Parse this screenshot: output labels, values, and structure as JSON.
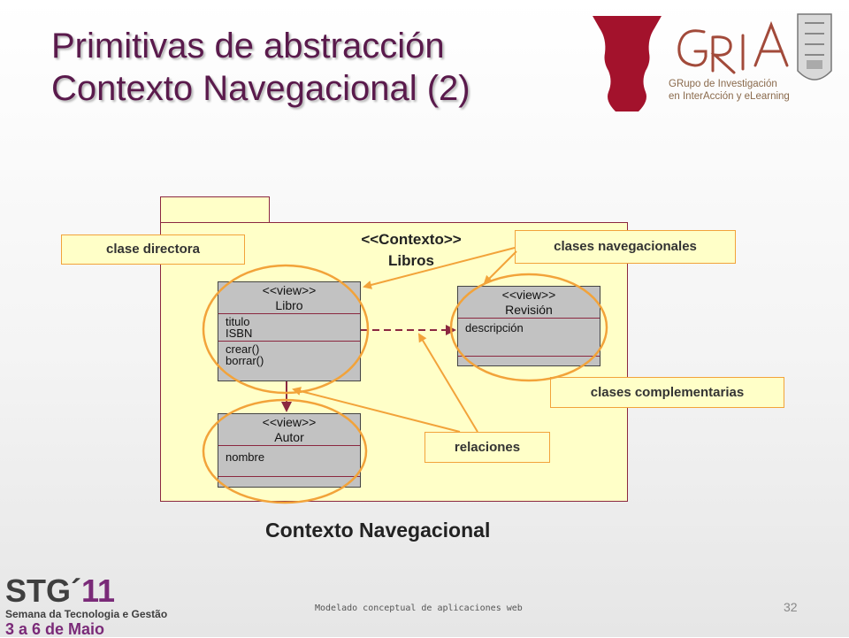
{
  "title": {
    "line1": "Primitivas de abstracción",
    "line2": "Contexto Navegacional (2)"
  },
  "logo": {
    "mark": "GRIAL",
    "subtitle_line1": "GRupo de Investigación",
    "subtitle_line2": "en InterAcción y eLearning"
  },
  "package": {
    "stereotype": "<<Contexto>>",
    "name": "Libros"
  },
  "classes": {
    "libro": {
      "stereotype": "<<view>>",
      "name": "Libro",
      "attributes": [
        "titulo",
        "ISBN"
      ],
      "operations": [
        "crear()",
        "borrar()"
      ]
    },
    "revision": {
      "stereotype": "<<view>>",
      "name": "Revisión",
      "attributes": [
        "descripción"
      ]
    },
    "autor": {
      "stereotype": "<<view>>",
      "name": "Autor",
      "attributes": [
        "nombre"
      ]
    }
  },
  "callouts": {
    "directora": "clase directora",
    "navegacionales": "clases navegacionales",
    "complementarias": "clases complementarias",
    "relaciones": "relaciones"
  },
  "caption": "Contexto Navegacional",
  "event_logo": {
    "main": "STG´",
    "number": "11",
    "subtitle": "Semana da Tecnologia e Gestão",
    "dates": "3 a 6 de Maio"
  },
  "footer": {
    "text": "Modelado conceptual de aplicaciones web",
    "page": "32"
  },
  "colors": {
    "title": "#5a1a4c",
    "package_fill": "#ffffc8",
    "class_fill": "#c2c2c2",
    "callout_border": "#f2a33a",
    "ellipse": "#f2a33a",
    "relation": "#8b2840"
  }
}
